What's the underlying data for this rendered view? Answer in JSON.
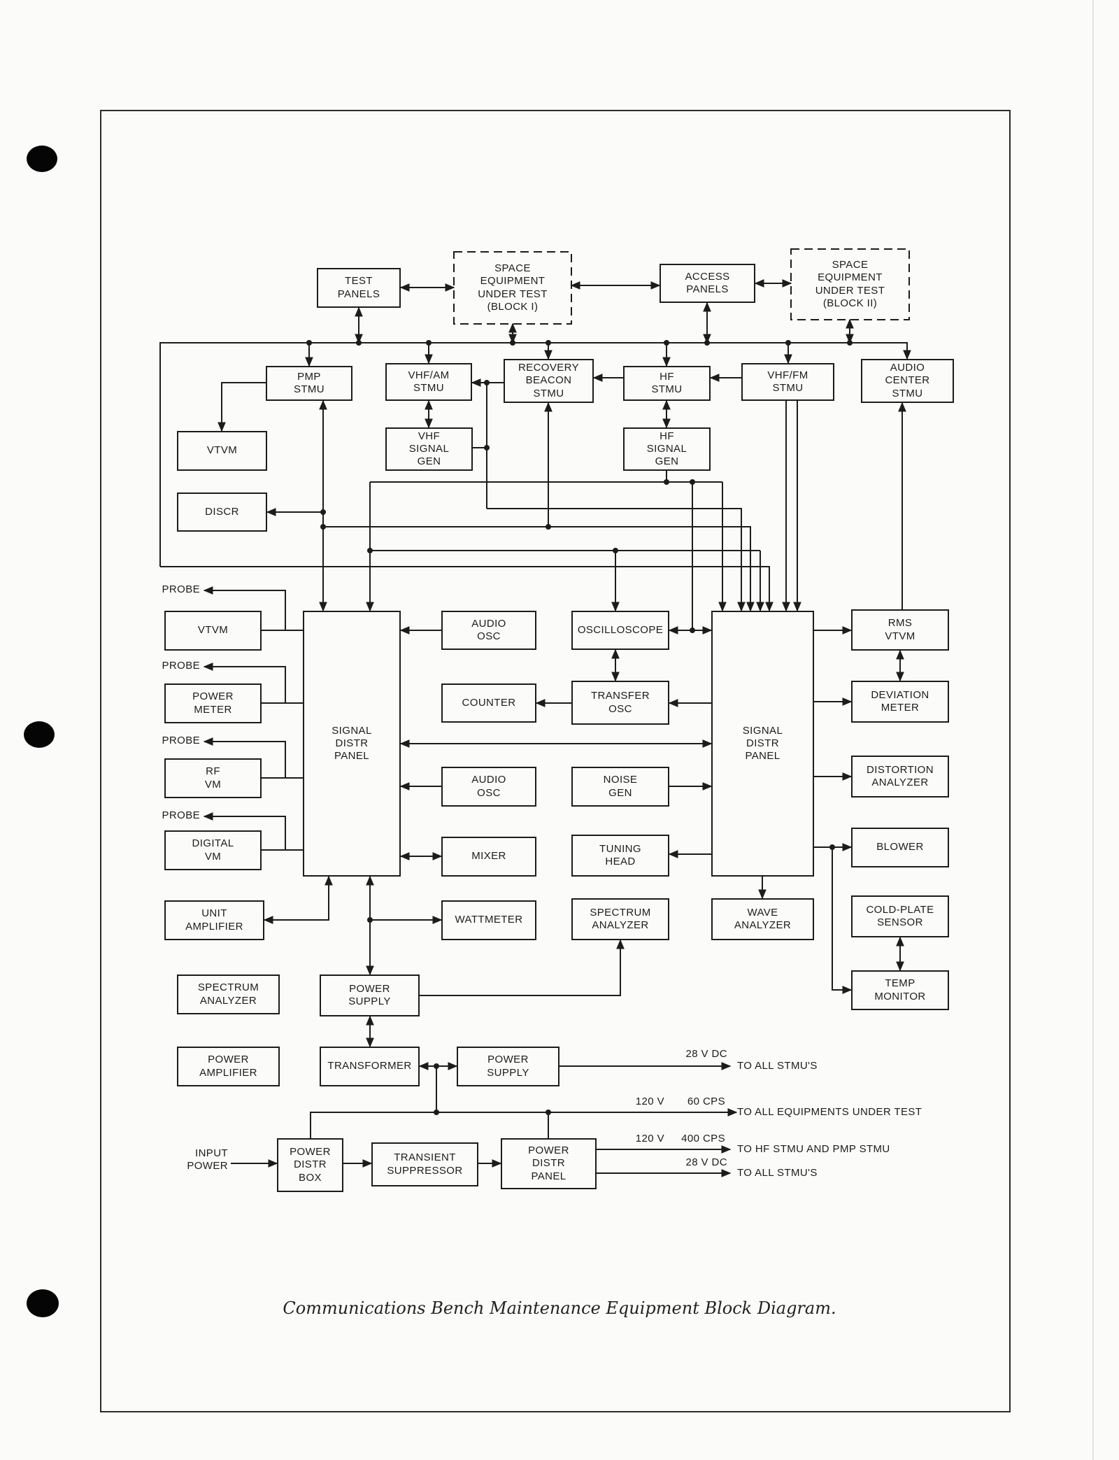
{
  "document": {
    "caption": "Communications Bench Maintenance Equipment Block Diagram."
  },
  "nodes": {
    "test_panels": {
      "label": "TEST\nPANELS"
    },
    "space_equipment_block1": {
      "label": "SPACE\nEQUIPMENT\nUNDER TEST\n(BLOCK I)"
    },
    "access_panels": {
      "label": "ACCESS\nPANELS"
    },
    "space_equipment_block2": {
      "label": "SPACE\nEQUIPMENT\nUNDER TEST\n(BLOCK II)"
    },
    "pmp_stmu": {
      "label": "PMP\nSTMU"
    },
    "vhf_am_stmu": {
      "label": "VHF/AM\nSTMU"
    },
    "recovery_beacon_stmu": {
      "label": "RECOVERY\nBEACON\nSTMU"
    },
    "hf_stmu": {
      "label": "HF\nSTMU"
    },
    "vhf_fm_stmu": {
      "label": "VHF/FM\nSTMU"
    },
    "audio_center_stmu": {
      "label": "AUDIO\nCENTER\nSTMU"
    },
    "vtvm_top": {
      "label": "VTVM"
    },
    "vhf_signal_gen": {
      "label": "VHF\nSIGNAL\nGEN"
    },
    "hf_signal_gen": {
      "label": "HF\nSIGNAL\nGEN"
    },
    "discr": {
      "label": "DISCR"
    },
    "vtvm_probe": {
      "label": "VTVM"
    },
    "power_meter": {
      "label": "POWER\nMETER"
    },
    "rf_vm": {
      "label": "RF\nVM"
    },
    "digital_vm": {
      "label": "DIGITAL\nVM"
    },
    "signal_distr_panel_left": {
      "label": "SIGNAL\nDISTR\nPANEL"
    },
    "audio_osc_1": {
      "label": "AUDIO\nOSC"
    },
    "oscilloscope": {
      "label": "OSCILLOSCOPE"
    },
    "counter": {
      "label": "COUNTER"
    },
    "transfer_osc": {
      "label": "TRANSFER\nOSC"
    },
    "audio_osc_2": {
      "label": "AUDIO\nOSC"
    },
    "noise_gen": {
      "label": "NOISE\nGEN"
    },
    "mixer": {
      "label": "MIXER"
    },
    "tuning_head": {
      "label": "TUNING\nHEAD"
    },
    "wattmeter": {
      "label": "WATTMETER"
    },
    "spectrum_analyzer_center": {
      "label": "SPECTRUM\nANALYZER"
    },
    "signal_distr_panel_right": {
      "label": "SIGNAL\nDISTR\nPANEL"
    },
    "rms_vtvm": {
      "label": "RMS\nVTVM"
    },
    "deviation_meter": {
      "label": "DEVIATION\nMETER"
    },
    "distortion_analyzer": {
      "label": "DISTORTION\nANALYZER"
    },
    "blower": {
      "label": "BLOWER"
    },
    "cold_plate_sensor": {
      "label": "COLD-PLATE\nSENSOR"
    },
    "temp_monitor": {
      "label": "TEMP\nMONITOR"
    },
    "wave_analyzer": {
      "label": "WAVE\nANALYZER"
    },
    "unit_amplifier": {
      "label": "UNIT\nAMPLIFIER"
    },
    "spectrum_analyzer_left": {
      "label": "SPECTRUM\nANALYZER"
    },
    "power_supply_1": {
      "label": "POWER\nSUPPLY"
    },
    "power_amplifier": {
      "label": "POWER\nAMPLIFIER"
    },
    "transformer": {
      "label": "TRANSFORMER"
    },
    "power_supply_2": {
      "label": "POWER\nSUPPLY"
    },
    "power_distr_box": {
      "label": "POWER\nDISTR\nBOX"
    },
    "transient_suppressor": {
      "label": "TRANSIENT\nSUPPRESSOR"
    },
    "power_distr_panel": {
      "label": "POWER\nDISTR\nPANEL"
    }
  },
  "annotations": {
    "probe": "PROBE",
    "input_power": "INPUT\nPOWER",
    "out1": {
      "volt": "28 V DC",
      "dest": "TO ALL STMU'S"
    },
    "out2": {
      "volt": "120 V",
      "freq": "60 CPS",
      "dest": "TO ALL EQUIPMENTS UNDER TEST"
    },
    "out3": {
      "volt": "120 V",
      "freq": "400 CPS",
      "dest": "TO HF STMU AND PMP STMU"
    },
    "out4": {
      "volt": "28 V DC",
      "dest": "TO ALL STMU'S"
    }
  }
}
